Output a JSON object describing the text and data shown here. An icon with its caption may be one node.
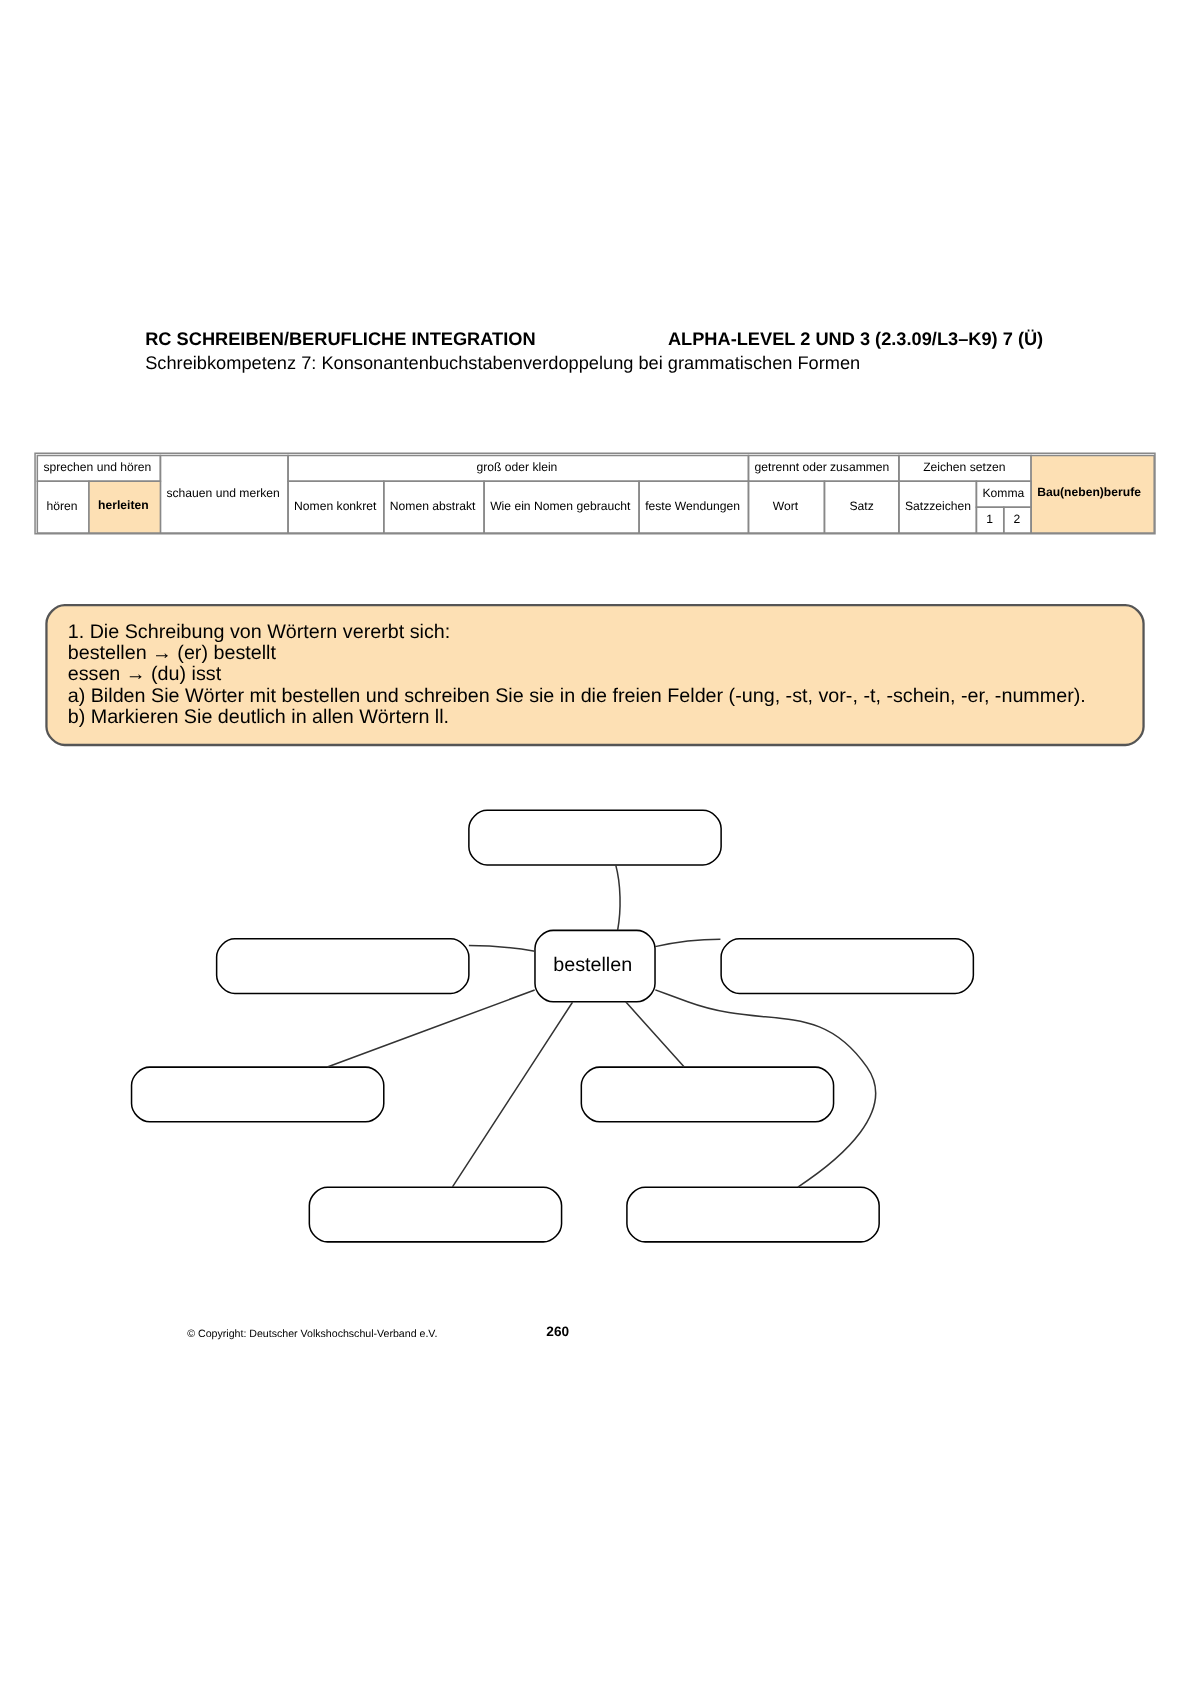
{
  "diagram": {
    "nodes": [
      {
        "text": [
          "1. Die Schreibung von Wörtern vererbt sich:",
          "bestellen → (er) bestellt",
          "essen → (du) isst",
          "a) Bilden Sie Wörter mit bestellen und schreiben Sie sie in die freien Felder (-ung, -st, vor-, -t, -schein, -er, -nummer).",
          "b) Markieren Sie deutlich in allen Wörtern ll."
        ]
      },
      {
        "text": [],
        "shape": "box"
      },
      {
        "text": [],
        "shape": "box"
      },
      {
        "text": [],
        "shape": "box"
      },
      {
        "text": [
          "bestellen"
        ]
      },
      {
        "text": [],
        "shape": "box"
      },
      {
        "text": [],
        "shape": "box"
      },
      {
        "text": [],
        "shape": "box"
      },
      {
        "text": [],
        "shape": "box"
      }
    ],
    "edges": [
      {
        "from": 4,
        "to": 1,
        "arrow": "none"
      },
      {
        "from": 4,
        "to": 2,
        "arrow": "none"
      },
      {
        "from": 4,
        "to": 3,
        "arrow": "none"
      },
      {
        "from": 4,
        "to": 5,
        "arrow": "none"
      },
      {
        "from": 4,
        "to": 6,
        "arrow": "none"
      },
      {
        "from": 4,
        "to": 7,
        "arrow": "none"
      },
      {
        "from": 4,
        "to": 8,
        "arrow": "none"
      }
    ],
    "labels": [
      "RC SCHREIBEN/BERUFLICHE INTEGRATION",
      "ALPHA-LEVEL 2 UND 3 (2.3.09/L3–K9) 7 (Ü)",
      "Schreibkompetenz 7: Konsonantenbuchstabenverdoppelung bei grammatischen Formen",
      "sprechen und hören",
      "schauen und merken",
      "groß oder klein",
      "getrennt oder zusammen",
      "Zeichen setzen",
      "Bau(neben)berufe",
      "hören",
      "herleiten",
      "Nomen konkret",
      "Nomen abstrakt",
      "Wie ein Nomen gebraucht",
      "feste Wendungen",
      "Wort",
      "Satz",
      "Satzzeichen",
      "Komma",
      "1",
      "2",
      "© Copyright: Deutscher Volkshochschul-Verband e.V.",
      "260"
    ]
  }
}
